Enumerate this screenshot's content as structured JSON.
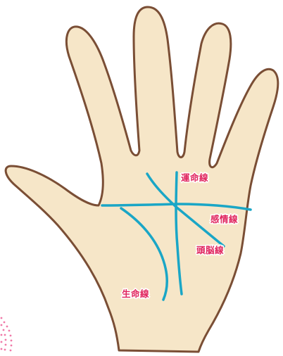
{
  "lines": {
    "fate": {
      "label": "運命線"
    },
    "heart": {
      "label": "感情線"
    },
    "head": {
      "label": "頭脳線"
    },
    "life": {
      "label": "生命線"
    }
  },
  "colors": {
    "background": "#ffffff",
    "skin": "#f6e6c8",
    "outline": "#7a4e35",
    "palm_line": "#1aa6c6",
    "label_text": "#e0245e",
    "label_halo": "#ffffff",
    "corner_dots": "#f07aa8"
  },
  "icons": {
    "hand": "hand-illustration-icon",
    "dots": "dotted-corner-decoration-icon"
  }
}
